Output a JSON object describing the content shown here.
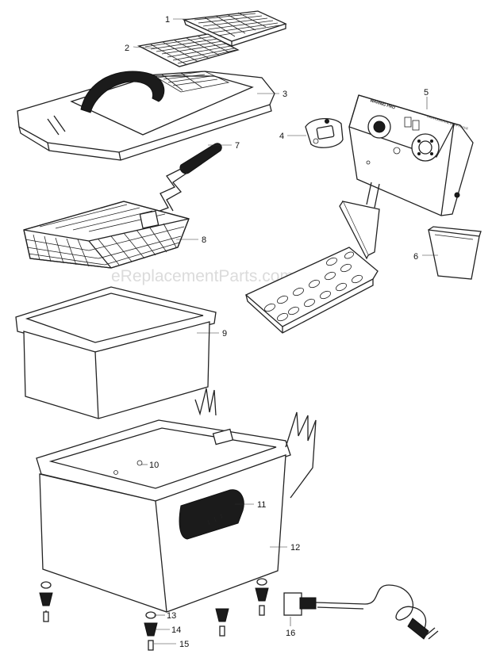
{
  "watermark": "eReplacementParts.com",
  "callouts": [
    "1",
    "2",
    "3",
    "4",
    "5",
    "6",
    "7",
    "8",
    "9",
    "10",
    "11",
    "12",
    "13",
    "14",
    "15",
    "16"
  ],
  "control_box": {
    "brand": "WARING PRO",
    "model_text": "PROFESSIONAL DEEP FRYER"
  }
}
